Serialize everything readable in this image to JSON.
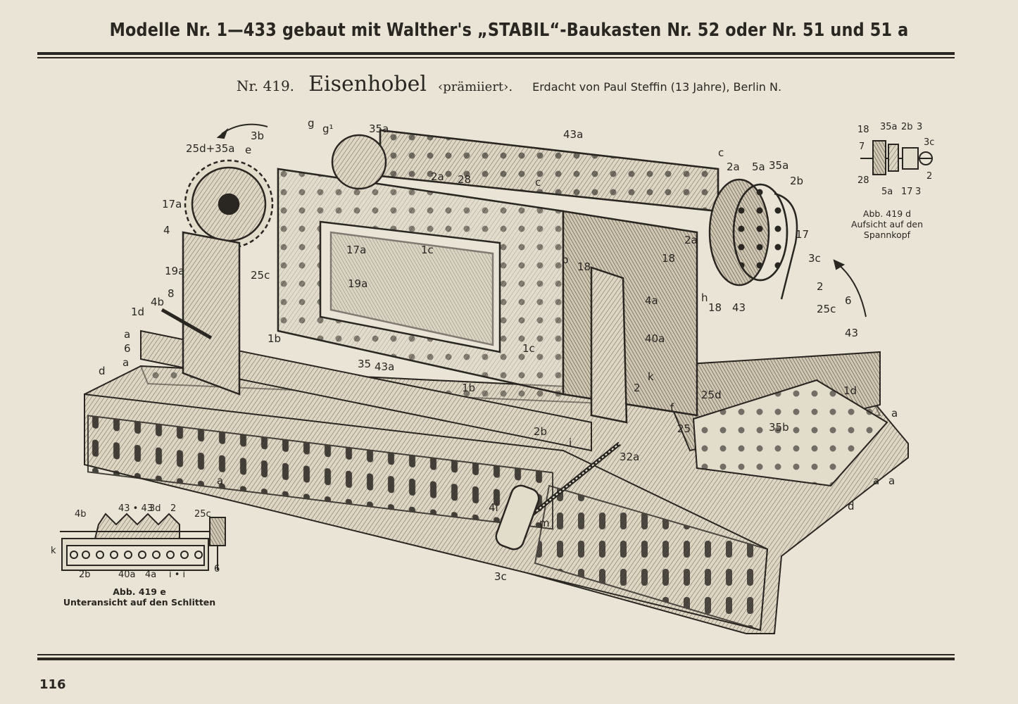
{
  "header": {
    "title": "Modelle Nr. 1—433 gebaut mit Walther's „STABIL“-Baukasten Nr. 52 oder Nr. 51 und 51 a"
  },
  "model": {
    "number": "Nr. 419.",
    "name": "Eisenhobel",
    "note": "‹prämiiert›.",
    "credit": "Erdacht von Paul Steffin (13 Jahre), Berlin N."
  },
  "figure_d": {
    "caption_line1": "Abb. 419 d",
    "caption_line2": "Aufsicht auf den",
    "caption_line3": "Spannkopf",
    "labels": [
      "18",
      "35a",
      "2b",
      "3",
      "7",
      "3c",
      "28",
      "2",
      "5a",
      "17",
      "3"
    ]
  },
  "figure_e": {
    "caption_line1": "Abb. 419 e",
    "caption_line2": "Unteransicht auf den Schlitten",
    "labels": [
      "4b",
      "43 • 43",
      "3d",
      "2",
      "25c",
      "k",
      "2b",
      "40a",
      "4a",
      "i • i",
      "6"
    ]
  },
  "main_labels": [
    "g",
    "g¹",
    "35a",
    "3b",
    "e",
    "25d+35a",
    "17a",
    "4",
    "43a",
    "c",
    "2a",
    "5a",
    "35a",
    "2b",
    "2a",
    "28",
    "c",
    "1c",
    "17a",
    "19a",
    "b",
    "18",
    "18",
    "2a",
    "17",
    "3c",
    "2",
    "25c",
    "6",
    "4a",
    "h",
    "18",
    "43",
    "40a",
    "43",
    "19a",
    "8",
    "4b",
    "1d",
    "a",
    "6",
    "a",
    "25c",
    "1b",
    "35",
    "43a",
    "1c",
    "d",
    "1b",
    "2",
    "k",
    "25d",
    "f",
    "25",
    "2b",
    "i",
    "32a",
    "35b",
    "1d",
    "a",
    "a",
    "a",
    "a",
    "4i",
    "m",
    "3c",
    "d"
  ],
  "page_number": "116"
}
